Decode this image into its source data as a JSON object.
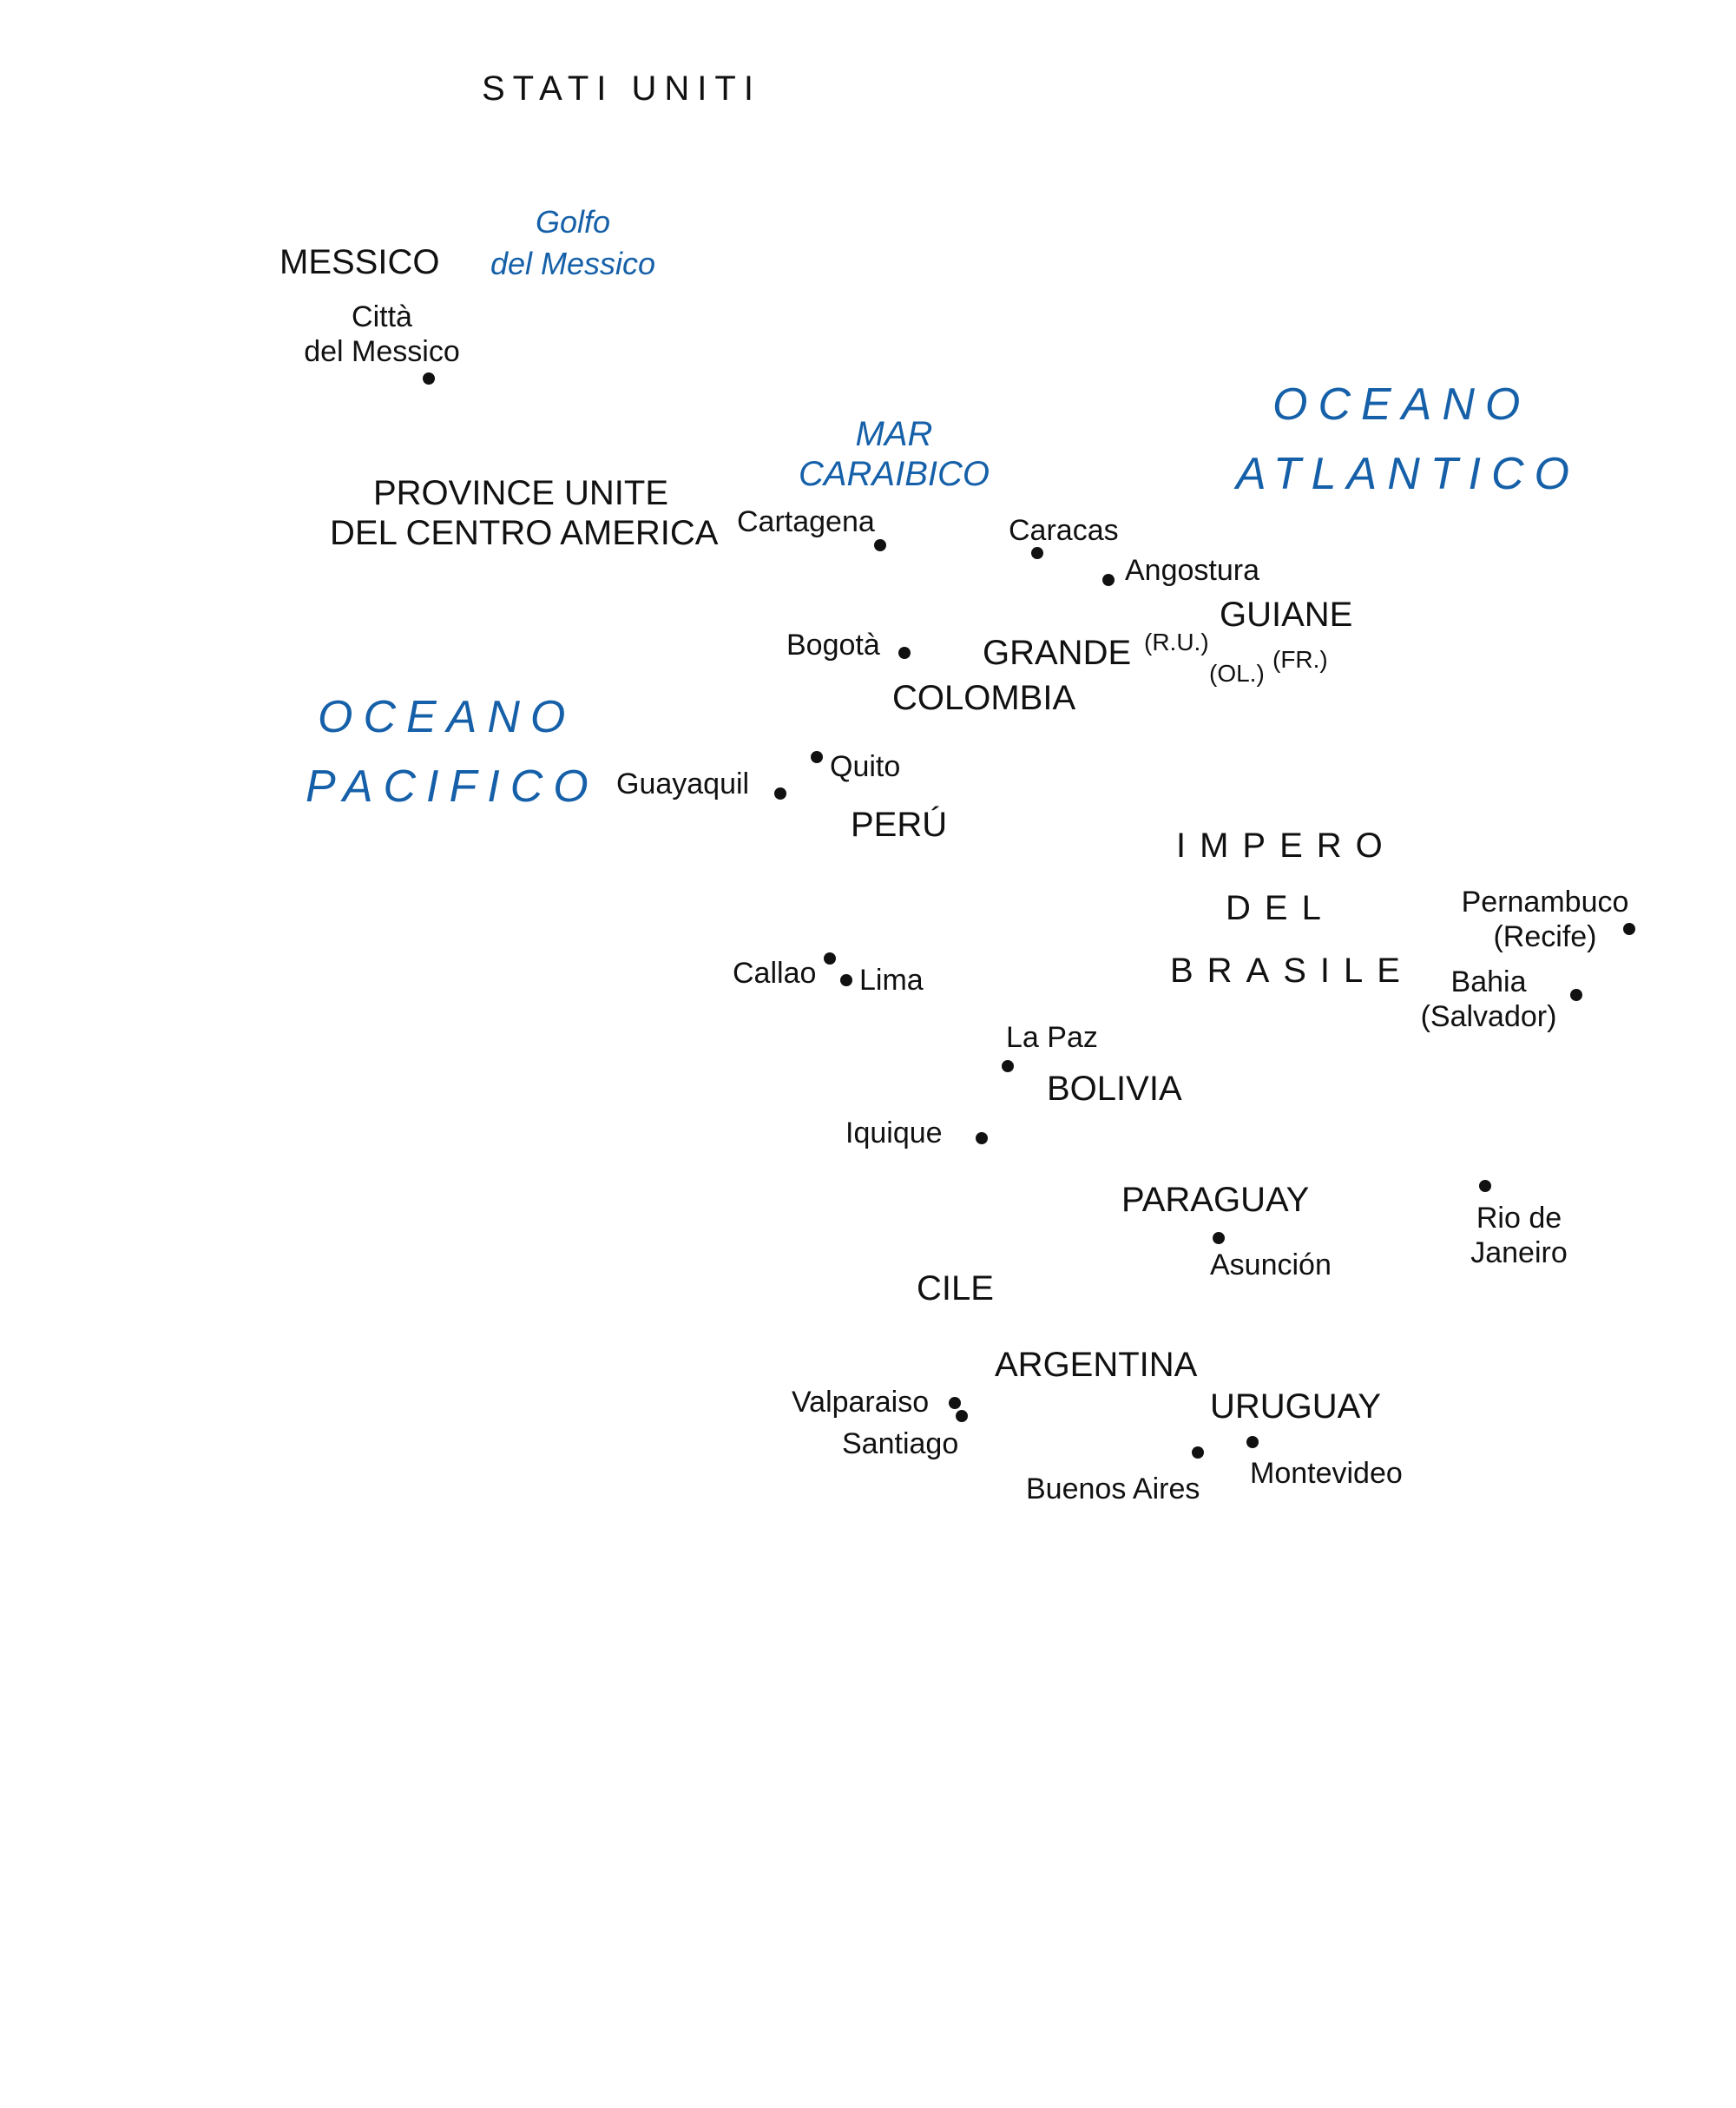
{
  "countries": {
    "usa": "STATI UNITI",
    "mexico": "MESSICO",
    "central_america_1": "PROVINCE UNITE",
    "central_america_2": "DEL CENTRO AMERICA",
    "gran_colombia_1": "GRANDE",
    "gran_colombia_2": "COLOMBIA",
    "guianas": "GUIANE",
    "guiana_uk": "(R.U.)",
    "guiana_nl": "(OL.)",
    "guiana_fr": "(FR.)",
    "peru": "PERÚ",
    "brazil_1": "IMPERO",
    "brazil_2": "DEL",
    "brazil_3": "BRASILE",
    "bolivia": "BOLIVIA",
    "paraguay": "PARAGUAY",
    "chile": "CILE",
    "argentina": "ARGENTINA",
    "uruguay": "URUGUAY"
  },
  "waters": {
    "gulf_1": "Golfo",
    "gulf_2": "del Messico",
    "caribbean_1": "MAR",
    "caribbean_2": "CARAIBICO",
    "atlantic_1": "OCEANO",
    "atlantic_2": "ATLANTICO",
    "pacific_1": "OCEANO",
    "pacific_2": "PACIFICO"
  },
  "cities": {
    "mexico_city_1": "Città",
    "mexico_city_2": "del Messico",
    "cartagena": "Cartagena",
    "caracas": "Caracas",
    "angostura": "Angostura",
    "bogota": "Bogotà",
    "quito": "Quito",
    "guayaquil": "Guayaquil",
    "callao": "Callao",
    "lima": "Lima",
    "la_paz": "La Paz",
    "iquique": "Iquique",
    "pernambuco_1": "Pernambuco",
    "pernambuco_2": "(Recife)",
    "bahia_1": "Bahia",
    "bahia_2": "(Salvador)",
    "rio_1": "Rio de",
    "rio_2": "Janeiro",
    "asuncion": "Asunción",
    "valparaiso": "Valparaiso",
    "santiago": "Santiago",
    "buenos_aires": "Buenos Aires",
    "montevideo": "Montevideo"
  },
  "colors": {
    "water_text": "#1560a8",
    "land_text": "#111111",
    "background": "#ffffff"
  }
}
